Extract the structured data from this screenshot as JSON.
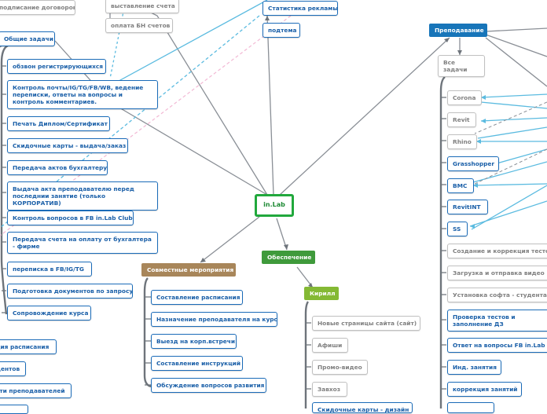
{
  "central": "in.Lab",
  "colors": {
    "center_green": "#21a83c",
    "node_blue": "#1a6bb8",
    "header_blue": "#1775b9",
    "header_brown": "#a8865a",
    "header_green": "#3f9a3b",
    "header_lightgreen": "#84b934",
    "link_cyan": "#5bbbe0",
    "link_pink": "#f2b8d4"
  },
  "top": {
    "contracts": "подписание договоров",
    "invoice": "выставление счета",
    "payment": "оплата БН счетов",
    "ads_stats": "Статистика рекламы",
    "support": "подтема"
  },
  "general": {
    "title": "Общие задачи",
    "items": [
      "обзвон регистрирующихся",
      "Контроль почты/IG/TG/FB/WB, ведение переписки, ответы на вопросы  и контроль комментариев.",
      "Печать Диплом/Сертификат",
      "Скидочные карты - выдача/заказ",
      "Передача актов бухгалтеру",
      "Выдача акта преподавателю перед последнии занятие (только КОРПОРАТИВ)",
      "Контроль вопросов в FB in.Lab Club",
      "Передача счета на оплату от бухгалтера - фирме",
      "переписка в FB/IG/TG",
      "Подготовка документов по запросу",
      "Сопровождение курса"
    ]
  },
  "left_cut": [
    "ция расписания",
    "дентов",
    "сти преподавателей"
  ],
  "joint": {
    "title": "Совместные мероприятия",
    "items": [
      "Составление расписания",
      "Назначение преподавателя на курс",
      "Выезд на корп.встречи",
      "Составление инструкций",
      "Обсуждение вопросов развития"
    ]
  },
  "supply": {
    "title": "Обеспечение",
    "kirill": "Кирилл",
    "items": [
      "Новые страницы сайта (сайт)",
      "Афиши",
      "Промо-видео",
      "Завхоз",
      "Скидочные карты - дизайн"
    ]
  },
  "teaching": {
    "title": "Преподавание",
    "all_tasks": "Все задачи",
    "gray_items": [
      "Corona",
      "Revit",
      "Rhino"
    ],
    "blue_items": [
      "Grasshopper",
      "BMC",
      "RevitINT",
      "SS"
    ],
    "gray_tasks": [
      "Создание и коррекция тестов",
      "Загрузка и отправка видео Ю",
      "Установка софта - студентам"
    ],
    "blue_tasks": [
      "Проверка тестов и заполнение ДЗ",
      "Ответ на вопросы FB in.Lab C",
      "Инд. занятия",
      "коррекция занятий"
    ]
  }
}
